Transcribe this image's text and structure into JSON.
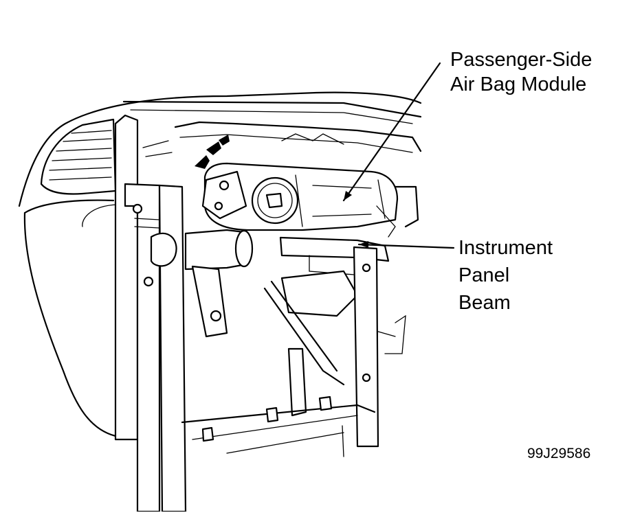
{
  "diagram": {
    "callouts": {
      "airbag_line1": "Passenger-Side",
      "airbag_line2": "Air Bag Module",
      "beam_line1": "Instrument",
      "beam_line2": "Panel",
      "beam_line3": "Beam"
    },
    "figure_id": "99J29586",
    "ink_color": "#000000",
    "paper_color": "#ffffff"
  }
}
